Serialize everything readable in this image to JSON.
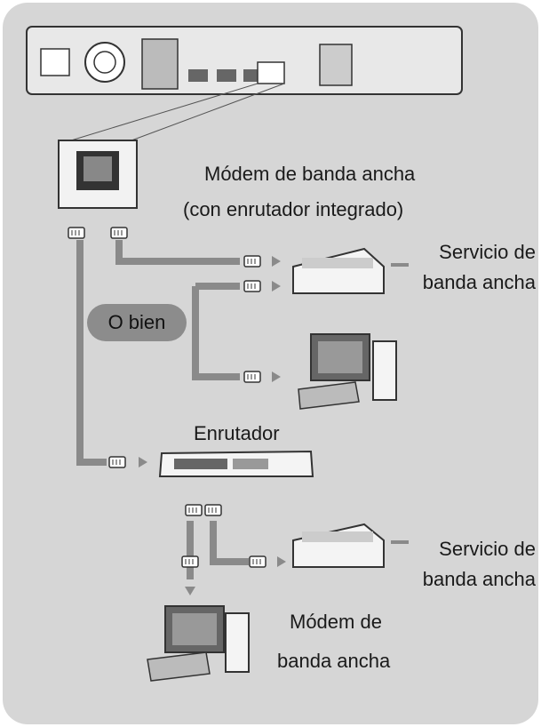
{
  "labels": {
    "modem_router_line1": "Módem de banda ancha",
    "modem_router_line2": "(con enrutador integrado)",
    "service1_line1": "Servicio de",
    "service1_line2": "banda ancha",
    "or": "O bien",
    "router": "Enrutador",
    "service2_line1": "Servicio de",
    "service2_line2": "banda ancha",
    "modem_line1": "Módem de",
    "modem_line2": "banda ancha"
  },
  "colors": {
    "panel": "#d6d6d6",
    "cable": "#8a8a8a",
    "device": "#f4f4f4",
    "outline": "#333333"
  }
}
